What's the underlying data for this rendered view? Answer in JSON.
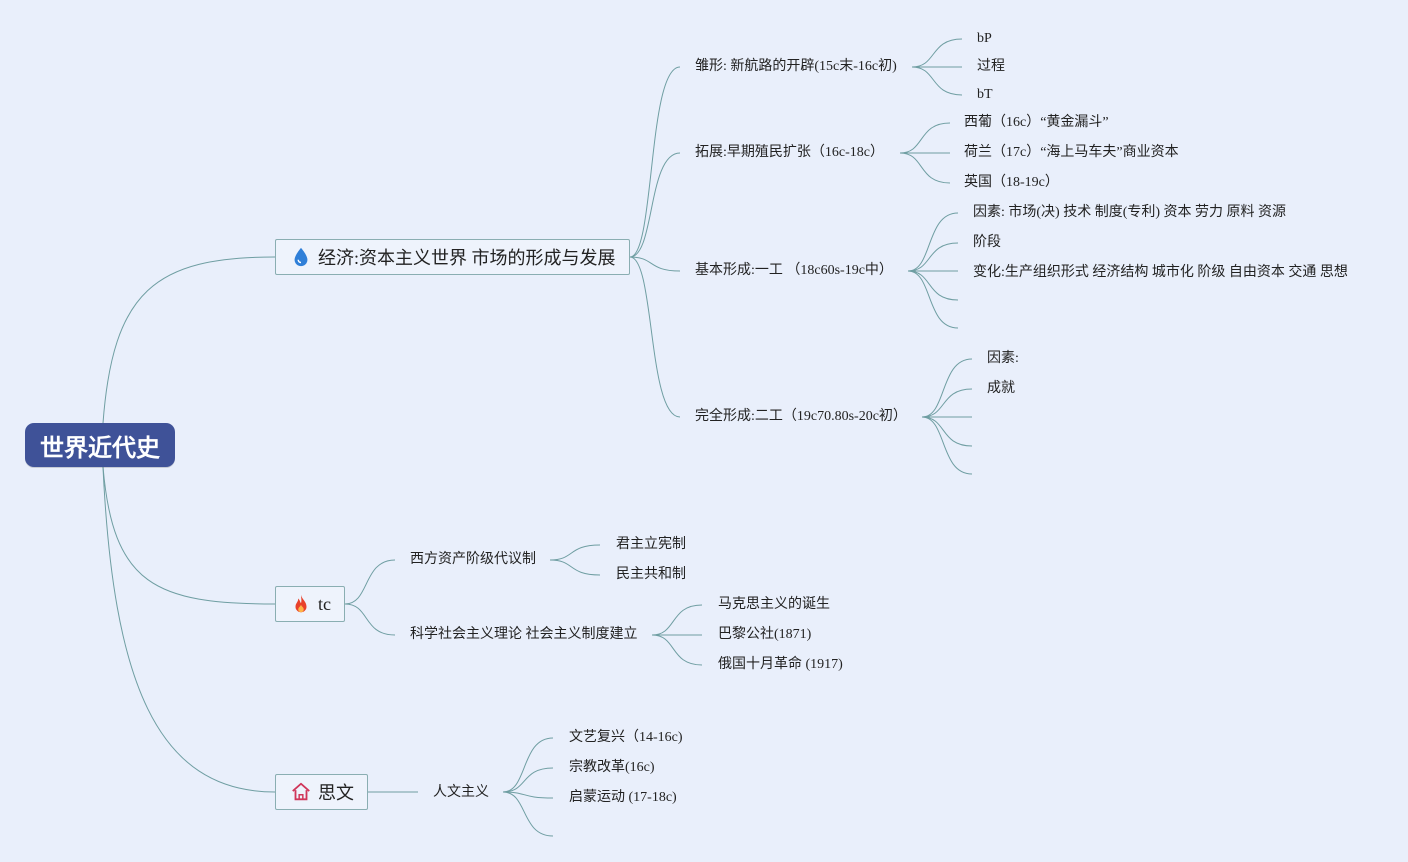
{
  "root": {
    "label": "世界近代史"
  },
  "branches": [
    {
      "label": "经济:资本主义世界 市场的形成与发展",
      "icon": "water-drop-icon",
      "icon_color": "#2f7fd8",
      "children": [
        {
          "label": "雏形: 新航路的开辟(15c末-16c初)",
          "children": [
            "bP",
            "过程",
            "bT"
          ]
        },
        {
          "label": "拓展:早期殖民扩张（16c-18c）",
          "children": [
            "西葡（16c）“黄金漏斗”",
            "荷兰（17c）“海上马车夫”商业资本",
            "英国（18-19c）"
          ]
        },
        {
          "label": "基本形成:一工 （18c60s-19c中）",
          "children": [
            "因素: 市场(决) 技术 制度(专利) 资本 劳力 原料 资源",
            "阶段",
            "变化:生产组织形式 经济结构 城市化 阶级 自由资本 交通 思想",
            "",
            ""
          ]
        },
        {
          "label": "完全形成:二工（19c70.80s-20c初）",
          "children": [
            "因素:",
            "成就",
            "",
            "",
            ""
          ]
        }
      ]
    },
    {
      "label": "tc",
      "icon": "fire-icon",
      "icon_color": "#e8412b",
      "children": [
        {
          "label": "西方资产阶级代议制",
          "children": [
            "君主立宪制",
            "民主共和制"
          ]
        },
        {
          "label": "科学社会主义理论 社会主义制度建立",
          "children": [
            "马克思主义的诞生",
            "巴黎公社(1871)",
            "俄国十月革命 (1917)"
          ]
        }
      ]
    },
    {
      "label": "思文",
      "icon": "home-icon",
      "icon_color": "#d0365a",
      "children": [
        {
          "label": "人文主义",
          "children": [
            "文艺复兴（14-16c)",
            "宗教改革(16c)",
            "启蒙运动 (17-18c)",
            ""
          ]
        }
      ]
    }
  ],
  "colors": {
    "line": "#6f9ea2",
    "background": "#e9effb",
    "root_fill": "#3f5298"
  }
}
